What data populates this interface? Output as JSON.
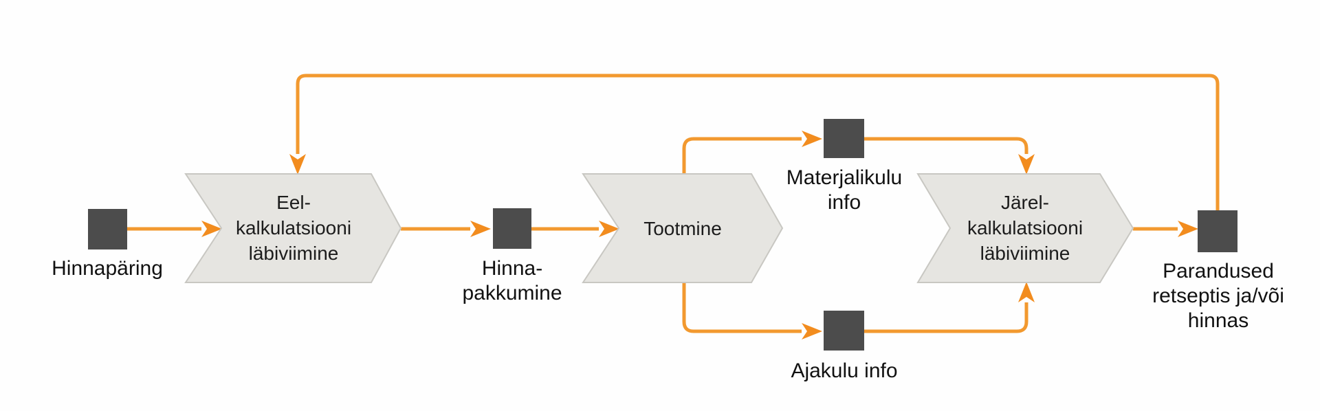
{
  "palette": {
    "arrow_line": "#F2992F",
    "arrow_head": "#F28C1E",
    "event_fill": "#4C4C4C",
    "process_fill": "#E6E5E1",
    "process_border": "#C8C7C2",
    "label_text": "#111111",
    "background": "#FEFEFE"
  },
  "nodes": {
    "hinnaparing": {
      "type": "event",
      "lines": [
        "Hinnapäring"
      ]
    },
    "eel": {
      "type": "process",
      "lines": [
        "Eel-",
        "kalkulatsiooni",
        "läbiviimine"
      ]
    },
    "hinnapakkumine": {
      "type": "event",
      "lines": [
        "Hinna-",
        "pakkumine"
      ]
    },
    "tootmine": {
      "type": "process",
      "lines": [
        "Tootmine"
      ]
    },
    "materjalikulu": {
      "type": "event",
      "lines": [
        "Materjalikulu",
        "info"
      ]
    },
    "ajakulu": {
      "type": "event",
      "lines": [
        "Ajakulu info"
      ]
    },
    "jarel": {
      "type": "process",
      "lines": [
        "Järel-",
        "kalkulatsiooni",
        "läbiviimine"
      ]
    },
    "parandused": {
      "type": "event",
      "lines": [
        "Parandused",
        "retseptis ja/või",
        "hinnas"
      ]
    }
  },
  "connections": [
    {
      "from": "Hinnapäring",
      "to": "Eel-kalkulatsiooni läbiviimine"
    },
    {
      "from": "Eel-kalkulatsiooni läbiviimine",
      "to": "Hinna-pakkumine"
    },
    {
      "from": "Hinna-pakkumine",
      "to": "Tootmine"
    },
    {
      "from": "Tootmine",
      "to": "Materjalikulu info"
    },
    {
      "from": "Materjalikulu info",
      "to": "Järel-kalkulatsiooni läbiviimine"
    },
    {
      "from": "Tootmine",
      "to": "Ajakulu info"
    },
    {
      "from": "Ajakulu info",
      "to": "Järel-kalkulatsiooni läbiviimine"
    },
    {
      "from": "Järel-kalkulatsiooni läbiviimine",
      "to": "Parandused retseptis ja/või hinnas"
    },
    {
      "from": "Parandused retseptis ja/või hinnas",
      "to": "Eel-kalkulatsiooni läbiviimine"
    }
  ]
}
